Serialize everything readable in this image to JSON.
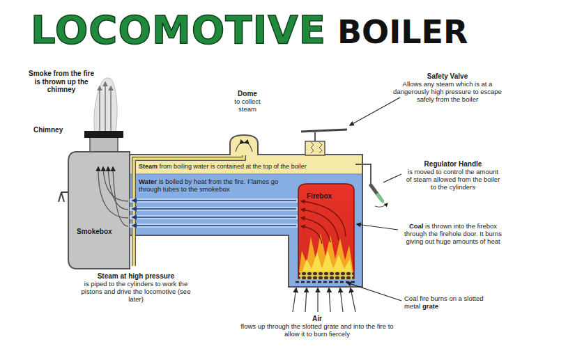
{
  "diagram": {
    "title": "LOCOMOTIVE BOILER",
    "labels": [
      "Smoke from the fire is thrown up the chimney",
      "Chimney",
      "Dome",
      "to collect steam",
      "Safety Valve",
      "Allows any steam which is at a dangerously high pressure to escape safely from the boiler",
      "Steam from boiling water is contained at the top of the boiler",
      "Water is boiled by heat from the fire. Flames go through tubes to the smokebox",
      "Firebox",
      "Regulator Handle",
      "is moved to control the amount of steam allowed from the boiler to the cylinders",
      "Smokebox",
      "Coal is thrown into the firebox through the firehole door. It burns giving out huge amounts of heat",
      "Steam at high pressure",
      "is piped to the cylinders to work the pistons and drive the locomotive (see later)",
      "Coal fire burns on a slotted metal grate",
      "Air",
      "flows up through the slotted grate and into the fire to allow it to burn fiercely"
    ]
  }
}
